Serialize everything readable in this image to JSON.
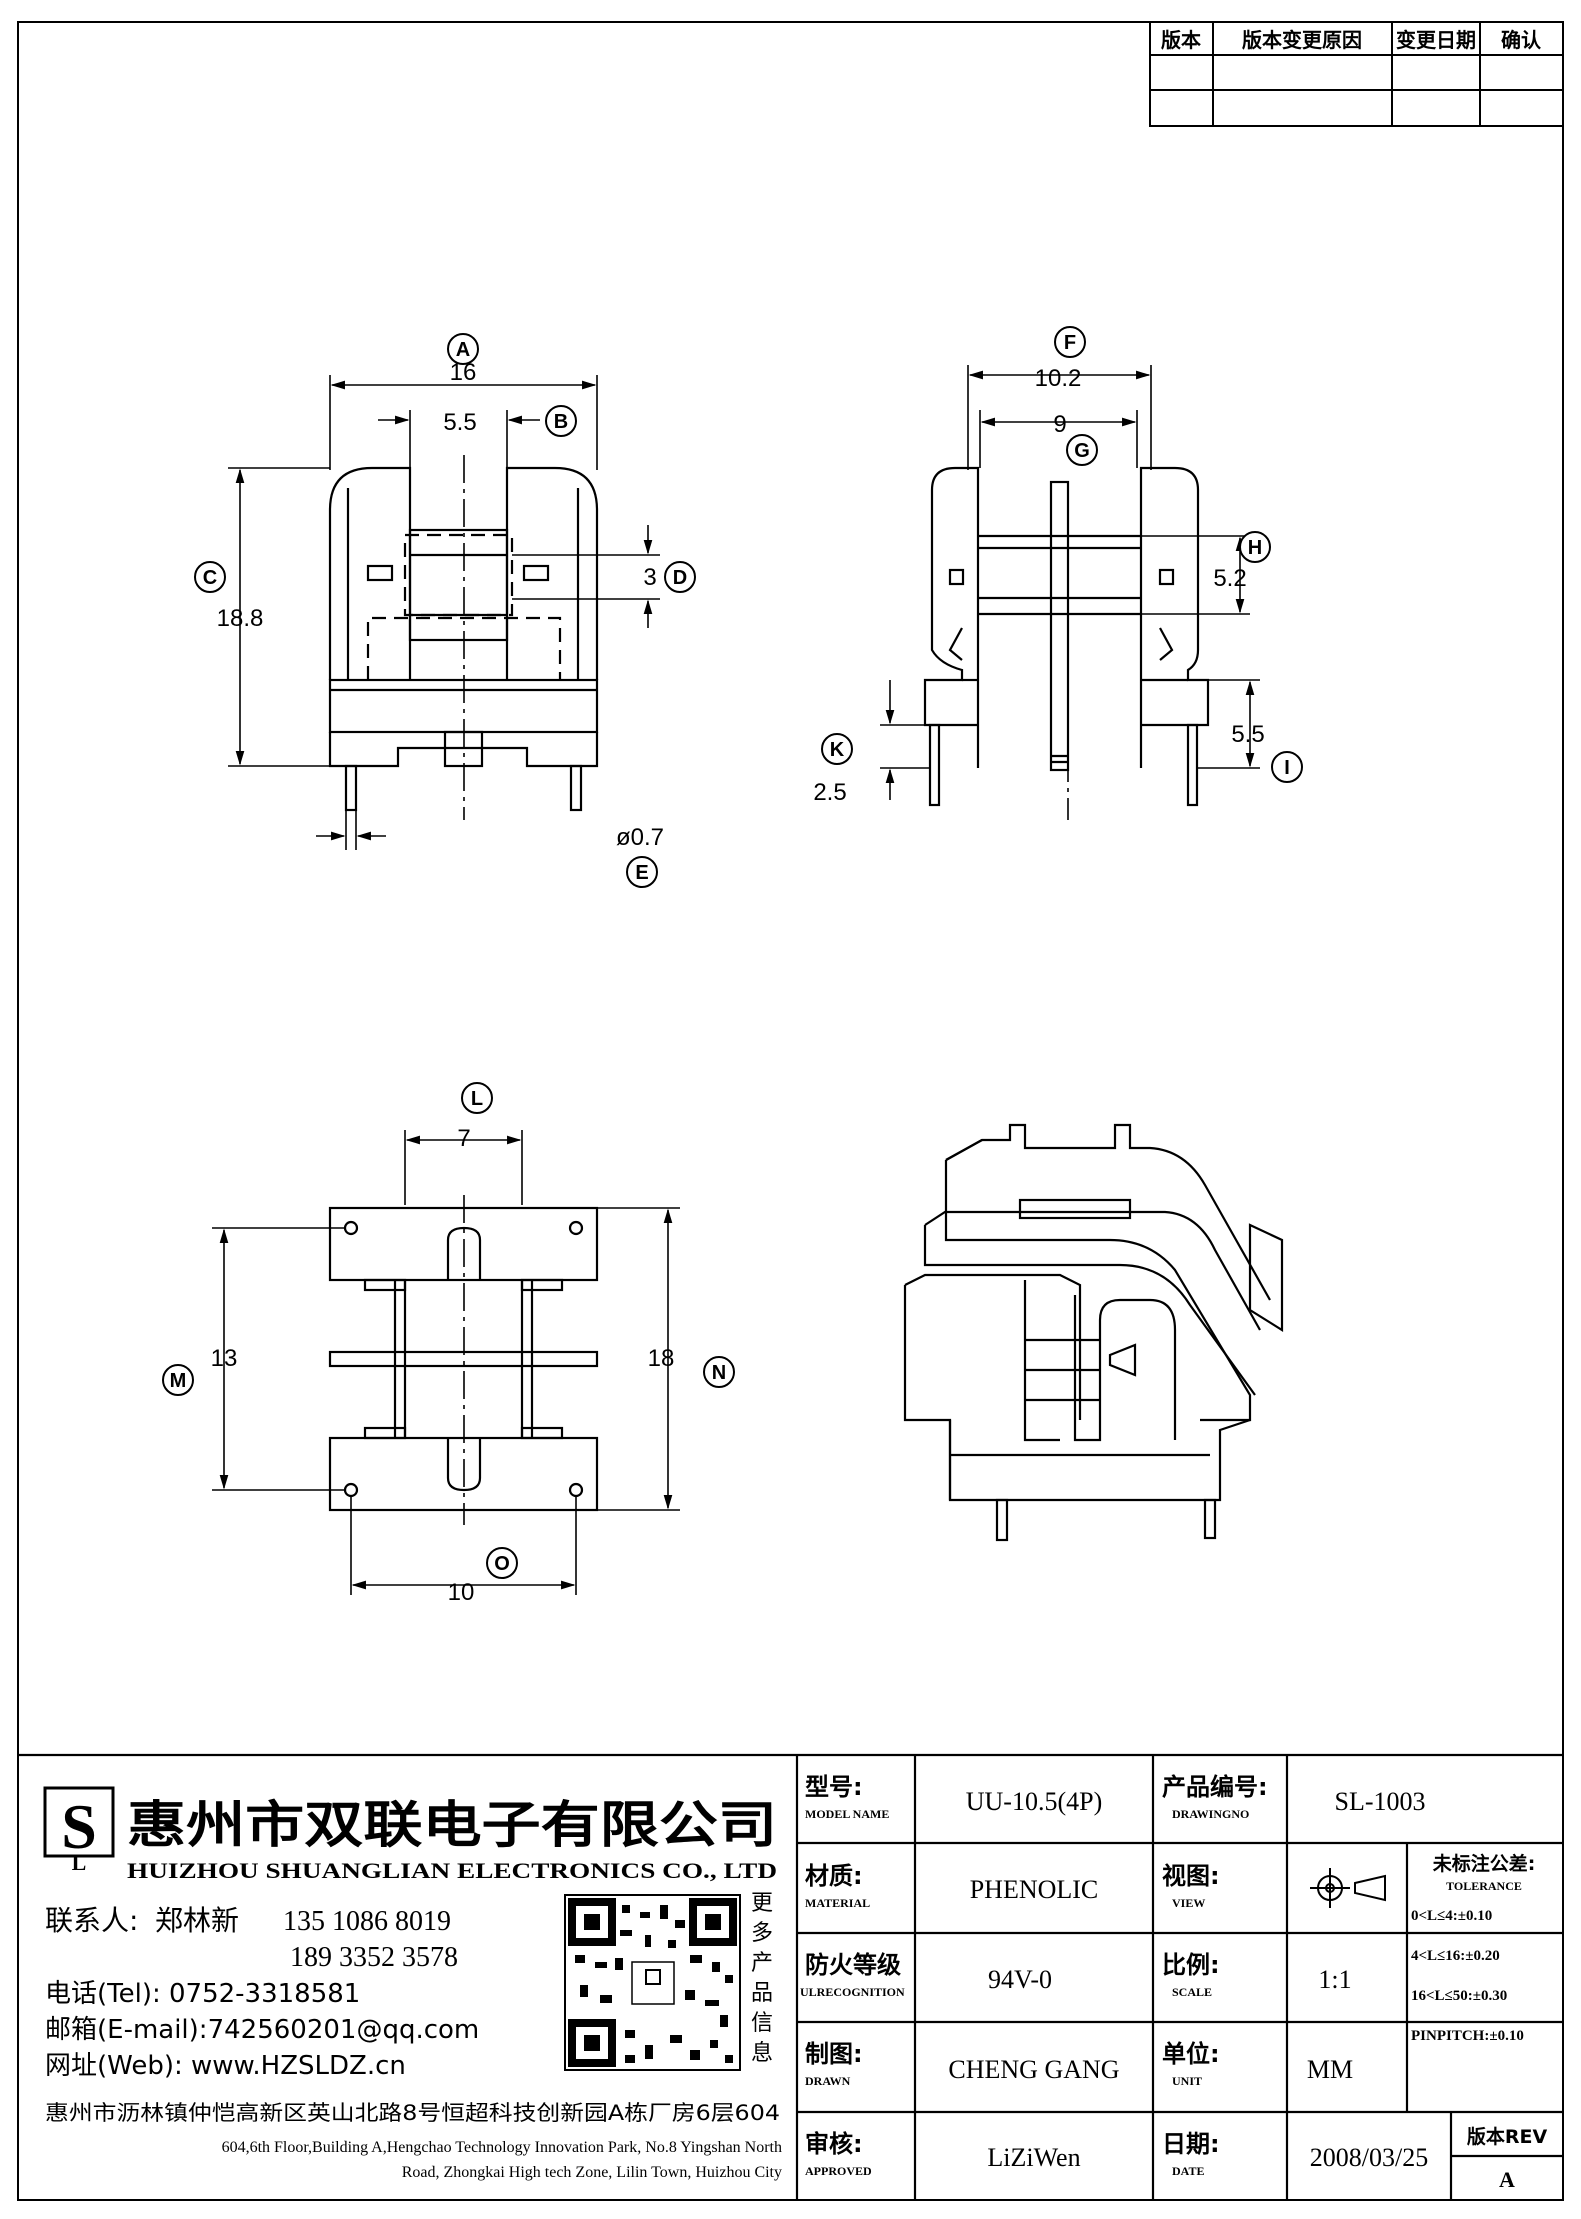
{
  "revision_table": {
    "headers": [
      "版本",
      "版本变更原因",
      "变更日期",
      "确认"
    ]
  },
  "dimensions": {
    "A": {
      "letter": "A",
      "value": "16"
    },
    "B": {
      "letter": "B",
      "value": "5.5"
    },
    "C": {
      "letter": "C",
      "value": "18.8"
    },
    "D": {
      "letter": "D",
      "value": "3"
    },
    "E": {
      "letter": "E",
      "value": "ø0.7"
    },
    "F": {
      "letter": "F",
      "value": "10.2"
    },
    "G": {
      "letter": "G",
      "value": "9"
    },
    "H": {
      "letter": "H",
      "value": "5.2"
    },
    "I": {
      "letter": "I",
      "value": "5.5"
    },
    "K": {
      "letter": "K",
      "value": "2.5"
    },
    "L": {
      "letter": "L",
      "value": "7"
    },
    "M": {
      "letter": "M",
      "value": "13"
    },
    "N": {
      "letter": "N",
      "value": "18"
    },
    "O": {
      "letter": "O",
      "value": "10"
    }
  },
  "company": {
    "name_cn": "惠州市双联电子有限公司",
    "name_en": "HUIZHOU SHUANGLIAN ELECTRONICS CO., LTD",
    "contact_label": "联系人:",
    "contact_name": "郑林新",
    "phone1": "135 1086 8019",
    "phone2": "189 3352 3578",
    "tel": "电话(Tel): 0752-3318581",
    "email": "邮箱(E-mail):742560201@qq.com",
    "web": "网址(Web): www.HZSLDZ.cn",
    "more_products": [
      "更",
      "多",
      "产",
      "品",
      "信",
      "息"
    ],
    "address_cn": "惠州市沥林镇仲恺高新区英山北路8号恒超科技创新园A栋厂房6层604",
    "address_en_1": "604,6th Floor,Building A,Hengchao Technology Innovation Park, No.8 Yingshan North",
    "address_en_2": "Road, Zhongkai High tech Zone, Lilin Town, Huizhou City"
  },
  "title_block": {
    "model_label_cn": "型号:",
    "model_label_en": "MODEL NAME",
    "model_value": "UU-10.5(4P)",
    "drawingno_label_cn": "产品编号:",
    "drawingno_label_en": "DRAWINGNO",
    "drawingno_value": "SL-1003",
    "material_label_cn": "材质:",
    "material_label_en": "MATERIAL",
    "material_value": "PHENOLIC",
    "view_label_cn": "视图:",
    "view_label_en": "VIEW",
    "tolerance_label_cn": "未标注公差:",
    "tolerance_label_en": "TOLERANCE",
    "tolerance_lines": [
      "0<L≤4:±0.10",
      "4<L≤16:±0.20",
      "16<L≤50:±0.30",
      "PINPITCH:±0.10"
    ],
    "fire_label_cn": "防火等级",
    "fire_label_en": "ULRECOGNITION",
    "fire_value": "94V-0",
    "scale_label_cn": "比例:",
    "scale_label_en": "SCALE",
    "scale_value": "1:1",
    "drawn_label_cn": "制图:",
    "drawn_label_en": "DRAWN",
    "drawn_value": "CHENG GANG",
    "unit_label_cn": "单位:",
    "unit_label_en": "UNIT",
    "unit_value": "MM",
    "approved_label_cn": "审核:",
    "approved_label_en": "APPROVED",
    "approved_value": "LiZiWen",
    "date_label_cn": "日期:",
    "date_label_en": "DATE",
    "date_value": "2008/03/25",
    "rev_label": "版本REV",
    "rev_value": "A"
  }
}
